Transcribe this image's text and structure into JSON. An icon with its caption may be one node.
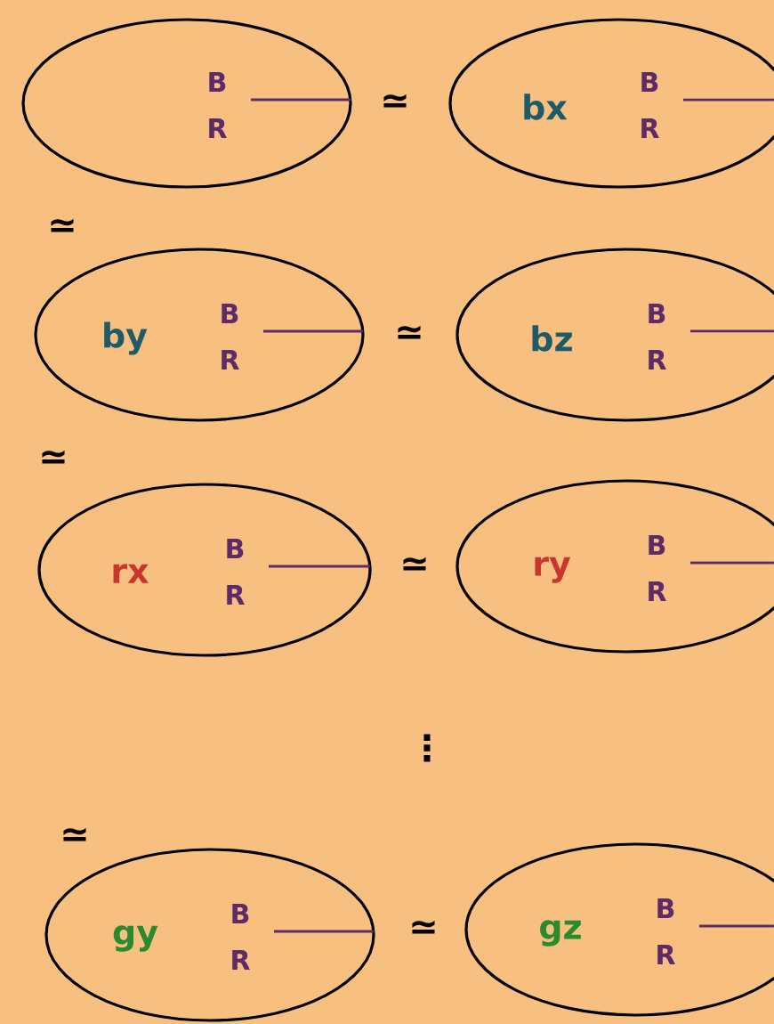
{
  "diagram": {
    "nodes": [
      {
        "text": [
          "B",
          "R"
        ]
      },
      {
        "text": [
          "bx",
          "B",
          "R"
        ]
      },
      {
        "text": [
          "by",
          "B",
          "R"
        ]
      },
      {
        "text": [
          "bz",
          "B",
          "R"
        ]
      },
      {
        "text": [
          "rx",
          "B",
          "R"
        ]
      },
      {
        "text": [
          "ry",
          "B",
          "R"
        ]
      },
      {
        "text": [
          "gy",
          "B",
          "R"
        ]
      },
      {
        "text": [
          "gz",
          "B",
          "R"
        ]
      }
    ],
    "labels": [
      "≃",
      "≃",
      "≃",
      "≃",
      "≃",
      "⋮",
      "≃",
      "≃"
    ]
  }
}
